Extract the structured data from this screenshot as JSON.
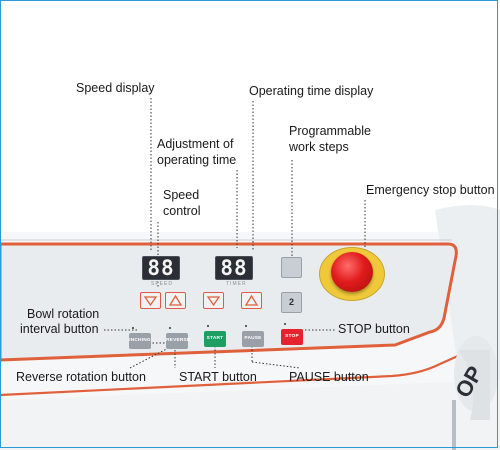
{
  "callouts": {
    "speed_display": "Speed display",
    "adjustment_line1": "Adjustment of",
    "adjustment_line2": "operating time",
    "speed_control_line1": "Speed",
    "speed_control_line2": "control",
    "operating_time_display": "Operating time display",
    "programmable_line1": "Programmable",
    "programmable_line2": "work steps",
    "emergency_stop": "Emergency stop button",
    "bowl_rotation_line1": "Bowl rotation",
    "bowl_rotation_line2": "interval button",
    "stop_button": "STOP button",
    "reverse_rotation": "Reverse rotation button",
    "start_button": "START button",
    "pause_button": "PAUSE button"
  },
  "panel": {
    "speed_digits": "88",
    "speed_sublabel": "SPEED",
    "timer_digits": "88",
    "timer_sublabel": "TIMER",
    "step_number": "2",
    "buttons": {
      "interval": "INCHING",
      "reverse": "REVERSE",
      "start": "START",
      "pause": "PAUSE",
      "stop": "STOP"
    }
  },
  "colors": {
    "accent_orange": "#e0603c",
    "start_green": "#1f9e63",
    "stop_red": "#e5222e",
    "grey_button": "#9aa0a8",
    "display_bg": "#2b2f35",
    "estop_yellow": "#f0c93a",
    "frame_blue": "#2a9bd6"
  }
}
